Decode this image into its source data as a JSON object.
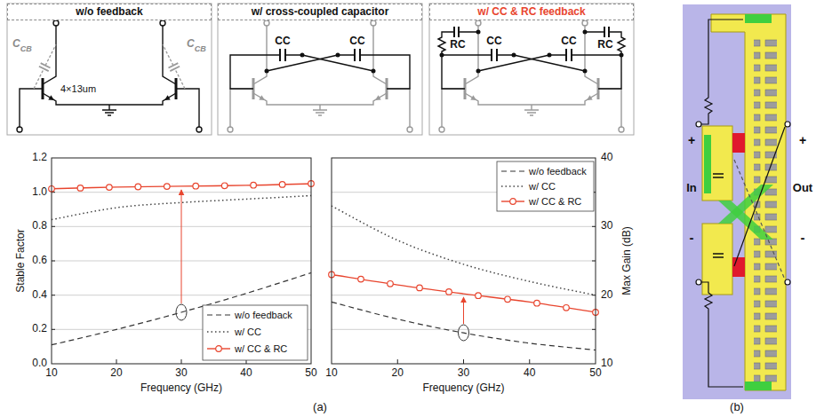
{
  "diagram": {
    "nodes": [
      {
        "text": [
          "w/o feedback"
        ]
      },
      {
        "text": [
          "w/ cross-coupled capacitor"
        ]
      },
      {
        "text": [
          "w/ CC & RC feedback"
        ]
      }
    ],
    "labels": [
      "C",
      "CB",
      "C",
      "CB",
      "4×13um",
      "CC",
      "CC",
      "RC",
      "CC",
      "CC",
      "RC",
      "0.0",
      "0.2",
      "0.4",
      "0.6",
      "0.8",
      "1.0",
      "1.2",
      "10",
      "20",
      "30",
      "40",
      "50",
      "Frequency (GHz)",
      "Stable Factor",
      "10",
      "20",
      "30",
      "40",
      "50",
      "10",
      "20",
      "30",
      "40",
      "Max Gain (dB)",
      "Frequency (GHz)",
      "(a)",
      "+",
      "+",
      "In",
      "Out",
      "-",
      "-",
      "(b)"
    ],
    "legend": [
      {
        "text": "w/o feedback"
      },
      {
        "text": "w/ CC"
      },
      {
        "text": "w/ CC & RC"
      },
      {
        "text": "w/o feedback"
      },
      {
        "text": "w/ CC"
      },
      {
        "text": "w/ CC & RC"
      }
    ]
  }
}
